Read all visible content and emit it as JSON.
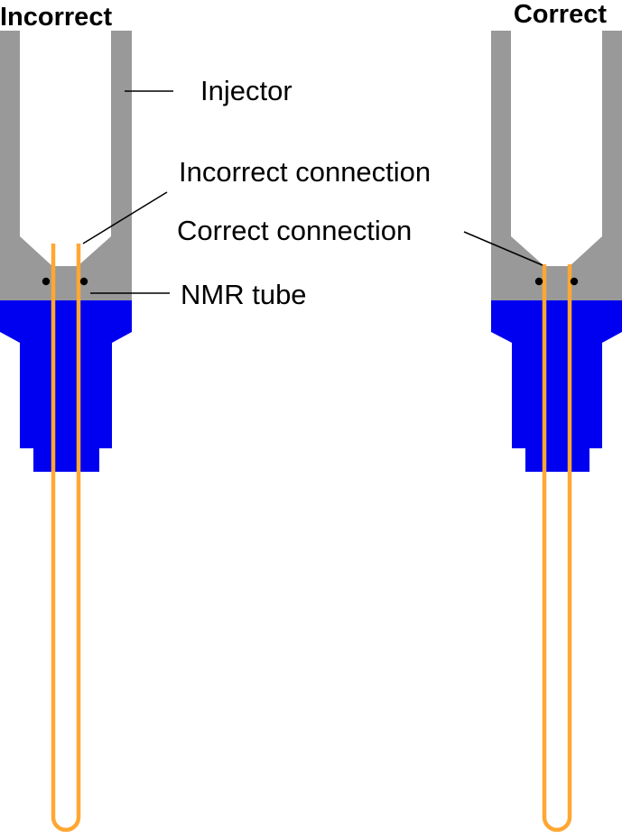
{
  "titles": {
    "left": "Incorrect",
    "right": "Correct"
  },
  "labels": {
    "injector": "Injector",
    "incorrect_connection": "Incorrect connection",
    "correct_connection": "Correct connection",
    "nmr_tube": "NMR tube"
  },
  "colors": {
    "injector_gray": "#999999",
    "holder_blue": "#0000f0",
    "tube_orange": "#ffa733",
    "seal_black": "#000000"
  },
  "icons": {
    "injector": "injector-body-shape",
    "holder": "spinner-holder-shape",
    "tube": "nmr-tube-shape",
    "seal": "o-ring-dot"
  }
}
